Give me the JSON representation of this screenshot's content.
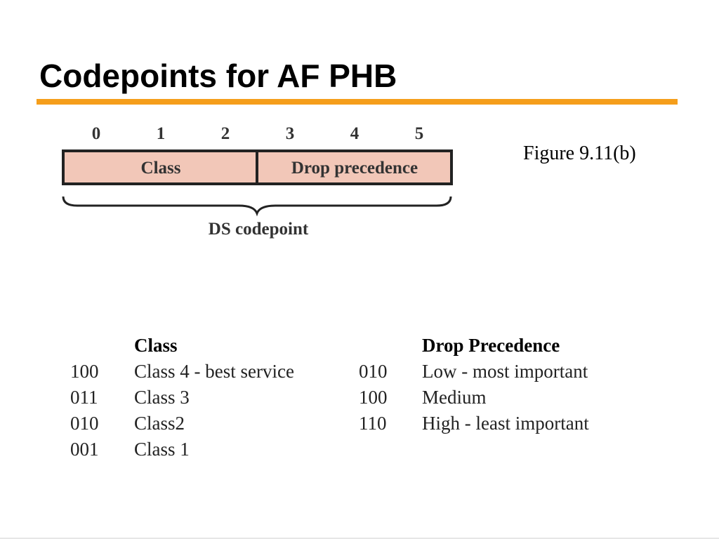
{
  "slide": {
    "title": "Codepoints for AF PHB",
    "figure_label": "Figure 9.11(b)",
    "accent_color": "#f59e1b"
  },
  "diagram": {
    "bit_numbers": [
      "0",
      "1",
      "2",
      "3",
      "4",
      "5"
    ],
    "fields": [
      {
        "label": "Class"
      },
      {
        "label": "Drop precedence"
      }
    ],
    "brace_label": "DS codepoint",
    "field_fill": "#f2c7b8"
  },
  "class_table": {
    "header": "Class",
    "rows": [
      {
        "code": "100",
        "desc": "Class 4 - best service"
      },
      {
        "code": "011",
        "desc": "Class 3"
      },
      {
        "code": "010",
        "desc": "Class2"
      },
      {
        "code": "001",
        "desc": "Class 1"
      }
    ]
  },
  "drop_table": {
    "header": "Drop Precedence",
    "rows": [
      {
        "code": "010",
        "desc": "Low - most important"
      },
      {
        "code": "100",
        "desc": "Medium"
      },
      {
        "code": "110",
        "desc": "High - least important"
      }
    ]
  }
}
